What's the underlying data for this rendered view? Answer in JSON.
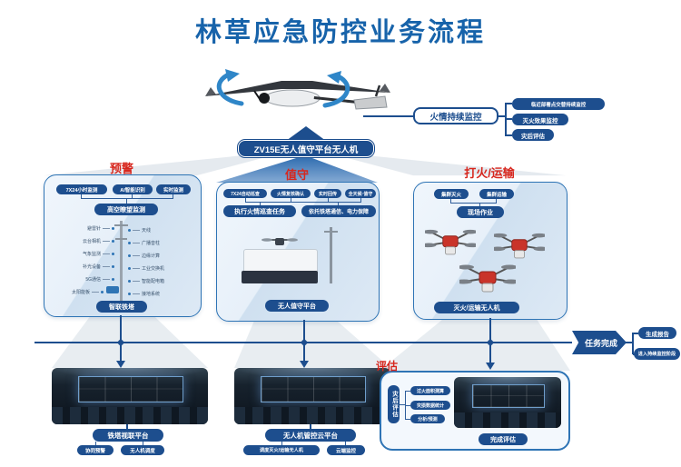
{
  "title": "林草应急防控业务流程",
  "colors": {
    "title_blue": "#1763aa",
    "pill_navy": "#1d4e8e",
    "header_red": "#d7261d",
    "card_border": "#2e74b5"
  },
  "uav": {
    "label": "ZV15E无人值守平台无人机"
  },
  "fire_monitor": {
    "label": "火情持续监控",
    "items": [
      "临近部署点交替持续监控",
      "灭火效果监控",
      "灾后评估"
    ]
  },
  "columns": {
    "warning": {
      "header": "预警",
      "top_pills": [
        "7X24小时监测",
        "AI智能识别",
        "实时监测"
      ],
      "mid_pill": "高空瞭望监测",
      "tower_left": [
        "避雷针",
        "云台相机",
        "气象监测",
        "补光设备",
        "5G通信",
        "太阳能板"
      ],
      "tower_right": [
        "天线",
        "广播音柱",
        "边缘计算",
        "工业交换机",
        "智能配电箱",
        "接地系统"
      ],
      "bottom_pill": "智联铁塔"
    },
    "duty": {
      "header": "值守",
      "top_pills": [
        "7X24自动巡查",
        "火情复核确认",
        "实时回传",
        "全天候·值守"
      ],
      "task_pills": [
        "执行火情巡查任务",
        "依托铁塔通信、电力保障"
      ],
      "bottom_pill": "无人值守平台"
    },
    "fight": {
      "header": "打火/运输",
      "top_pills": [
        "集群灭火",
        "集群运输"
      ],
      "mid_pill": "现场作业",
      "bottom_pill": "灭火/运输无人机"
    }
  },
  "task_done": {
    "label": "任务完成",
    "items": [
      "生成报告",
      "进入持续监控阶段"
    ]
  },
  "evaluate": {
    "header": "评估",
    "side_pill": "灾后评估",
    "items": [
      "过火面积测算",
      "灾损数据统计",
      "分析/预测"
    ],
    "bottom_pill": "完成评估"
  },
  "platforms": {
    "tower": {
      "label": "铁塔视联平台",
      "items": [
        "协同预警",
        "无人机调度"
      ]
    },
    "uav_cloud": {
      "label": "无人机管控云平台",
      "items": [
        "调度灭火/运输无人机",
        "云端监控"
      ]
    }
  }
}
